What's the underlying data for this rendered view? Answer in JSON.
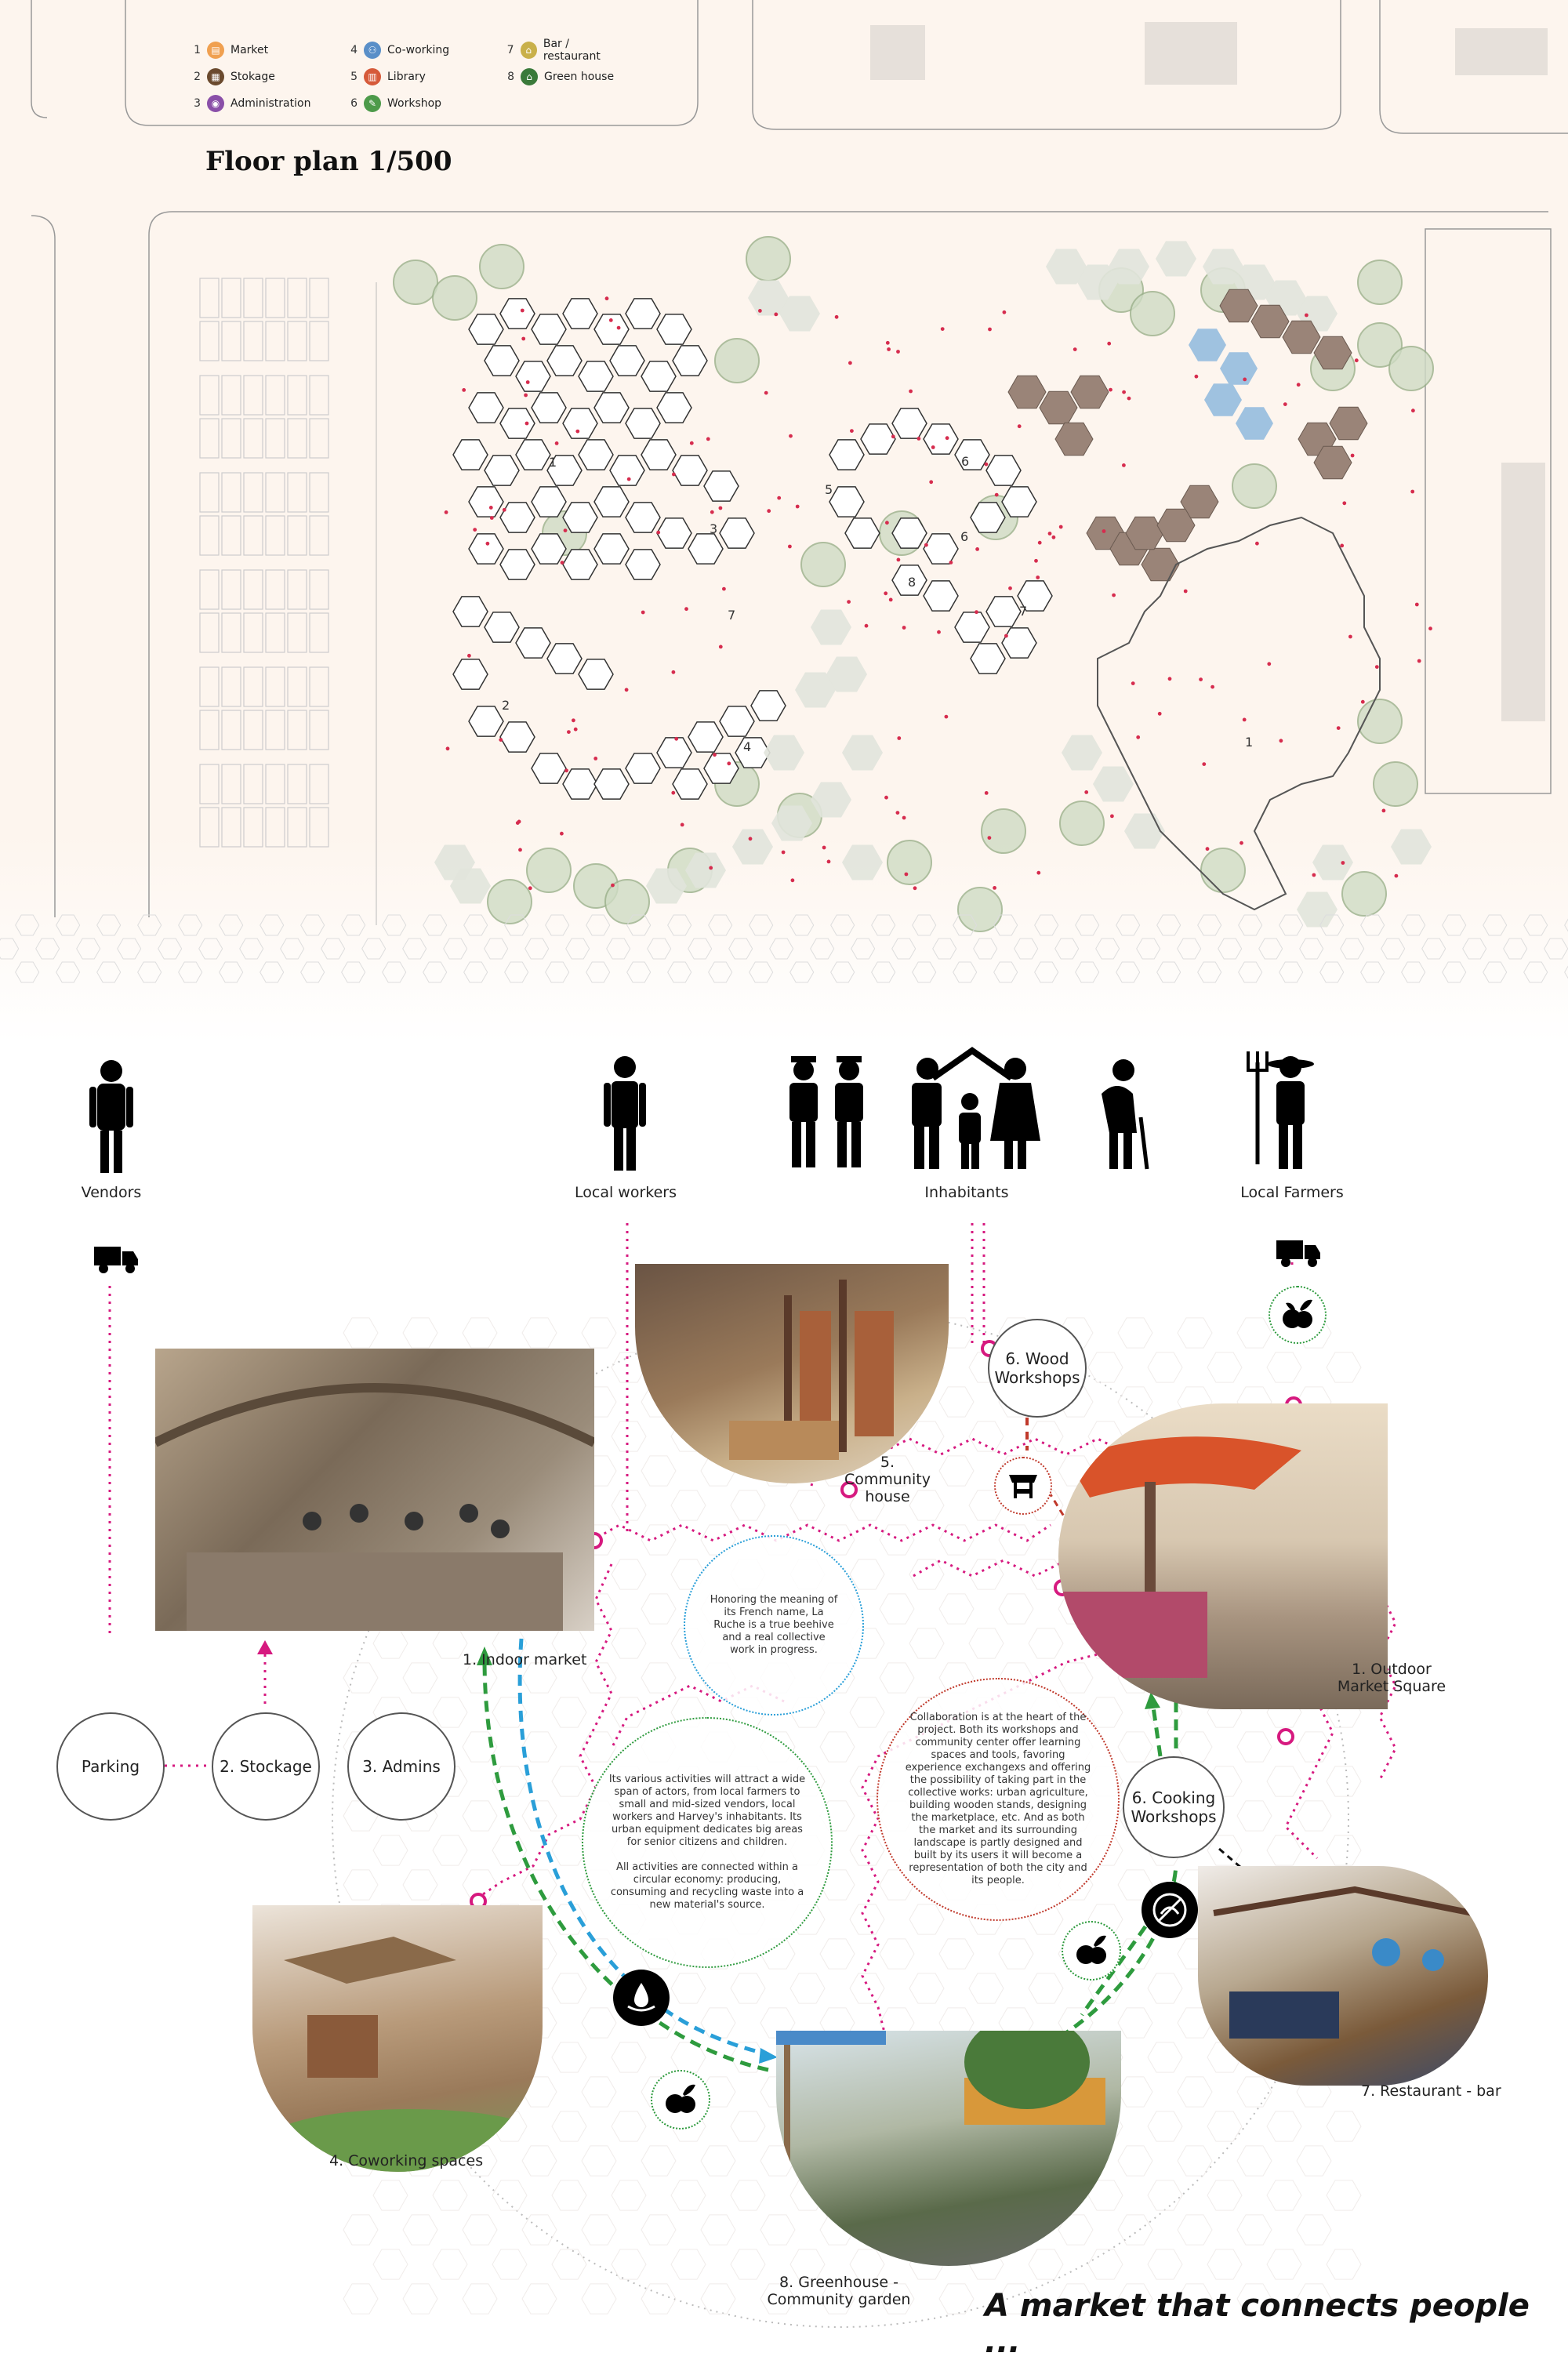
{
  "legend": {
    "items": [
      {
        "num": "1",
        "label": "Market",
        "icon": "market-icon",
        "color": "#f0a050"
      },
      {
        "num": "2",
        "label": "Stokage",
        "icon": "storage-icon",
        "color": "#6b4a2e"
      },
      {
        "num": "3",
        "label": "Administration",
        "icon": "administration-icon",
        "color": "#8a4fa8"
      },
      {
        "num": "4",
        "label": "Co-working",
        "icon": "coworking-icon",
        "color": "#5a8fc8"
      },
      {
        "num": "5",
        "label": "Library",
        "icon": "library-icon",
        "color": "#d65a3a"
      },
      {
        "num": "6",
        "label": "Workshop",
        "icon": "workshop-icon",
        "color": "#4d9a4a"
      },
      {
        "num": "7",
        "label": "Bar / restaurant",
        "icon": "bar-icon",
        "color": "#c9b04a"
      },
      {
        "num": "8",
        "label": "Green house",
        "icon": "greenhouse-icon",
        "color": "#3a7a3a"
      }
    ]
  },
  "plan": {
    "title": "Floor plan 1/500",
    "labels": [
      "1",
      "2",
      "3",
      "4",
      "5",
      "6",
      "7",
      "8",
      "6",
      "7",
      "1"
    ]
  },
  "actors": {
    "vendors": "Vendors",
    "workers": "Local workers",
    "inhabitants": "Inhabitants",
    "farmers": "Local Farmers"
  },
  "nodes": {
    "parking": "Parking",
    "stockage": "2. Stockage",
    "admins": "3. Admins",
    "wood": "6. Wood Workshops",
    "cooking": "6. Cooking Workshops"
  },
  "captions": {
    "indoor": "1. Indoor market",
    "community": "5. Community house",
    "outdoor": "1. Outdoor Market Square",
    "coworking": "4. Coworking spaces",
    "restaurant": "7. Restaurant - bar",
    "greenhouse": "8. Greenhouse - Community garden"
  },
  "texts": {
    "honoring": "Honoring the meaning of its French name, La Ruche is a true beehive and a real collective work in progress.",
    "activities": "Its various activities will attract a wide span of actors, from local farmers to small and mid-sized vendors, local workers and Harvey's inhabitants. Its urban equipment dedicates big areas for senior citizens and children.",
    "circular": "All activities are connected within a circular economy: producing, consuming and recycling waste into a new material's source.",
    "collaboration": "Collaboration is at the heart of the project. Both its workshops and community center offer learning spaces and tools, favoring experience exchangexs and offering the possibility of taking part in the collective works: urban agriculture, building wooden stands, designing the marketplace, etc. And as both the market and its surrounding landscape is partly designed and built by its users it will become a representation of both the city and its people."
  },
  "slogan": "A market that connects people ...",
  "colors": {
    "magenta": "#d6197f",
    "green": "#2e9b3e",
    "blue": "#2a9fd8",
    "background": "#fdf5ee"
  }
}
